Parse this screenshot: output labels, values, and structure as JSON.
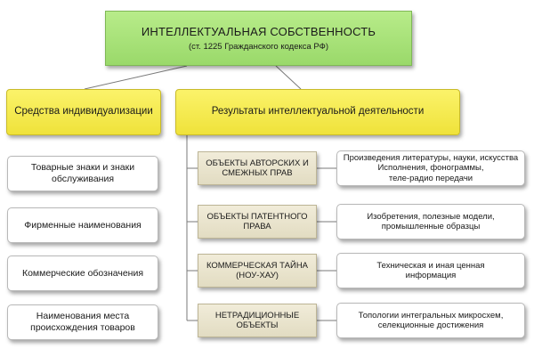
{
  "root": {
    "title": "ИНТЕЛЛЕКТУАЛЬНАЯ СОБСТВЕННОСТЬ",
    "subtitle": "(ст. 1225 Гражданского кодекса РФ)"
  },
  "categories": {
    "individualization": "Средства индивидуализации",
    "results": "Результаты интеллектуальной  деятельности"
  },
  "individualization_items": [
    [
      "Товарные знаки и знаки",
      "обслуживания"
    ],
    [
      "Фирменные наименования"
    ],
    [
      "Коммерческие обозначения"
    ],
    [
      "Наименования места",
      "происхождения товаров"
    ]
  ],
  "result_objects": [
    [
      "ОБЪЕКТЫ АВТОРСКИХ И",
      "СМЕЖНЫХ ПРАВ"
    ],
    [
      "ОБЪЕКТЫ ПАТЕНТНОГО",
      "ПРАВА"
    ],
    [
      "КОММЕРЧЕСКАЯ ТАЙНА",
      "(НОУ-ХАУ)"
    ],
    [
      "НЕТРАДИЦИОННЫЕ",
      "ОБЪЕКТЫ"
    ]
  ],
  "result_descriptions": [
    [
      "Произведения литературы, науки, искусства",
      "Исполнения, фонограммы,",
      "теле-радио передачи"
    ],
    [
      "Изобретения, полезные модели,",
      "промышленные образцы"
    ],
    [
      "Техническая и иная ценная",
      "информация"
    ],
    [
      "Топологии интегральных микросхем,",
      "селекционные достижения"
    ]
  ]
}
